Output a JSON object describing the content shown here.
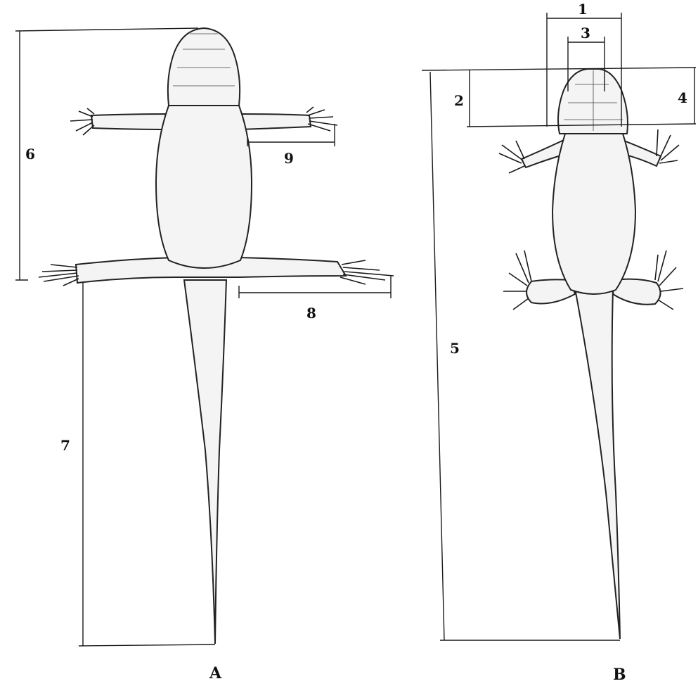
{
  "figure_a": {
    "caption": "A",
    "labels": {
      "m6": "6",
      "m7": "7",
      "m8": "8",
      "m9": "9"
    }
  },
  "figure_b": {
    "caption": "B",
    "labels": {
      "m1": "1",
      "m2": "2",
      "m3": "3",
      "m4": "4",
      "m5": "5"
    }
  }
}
